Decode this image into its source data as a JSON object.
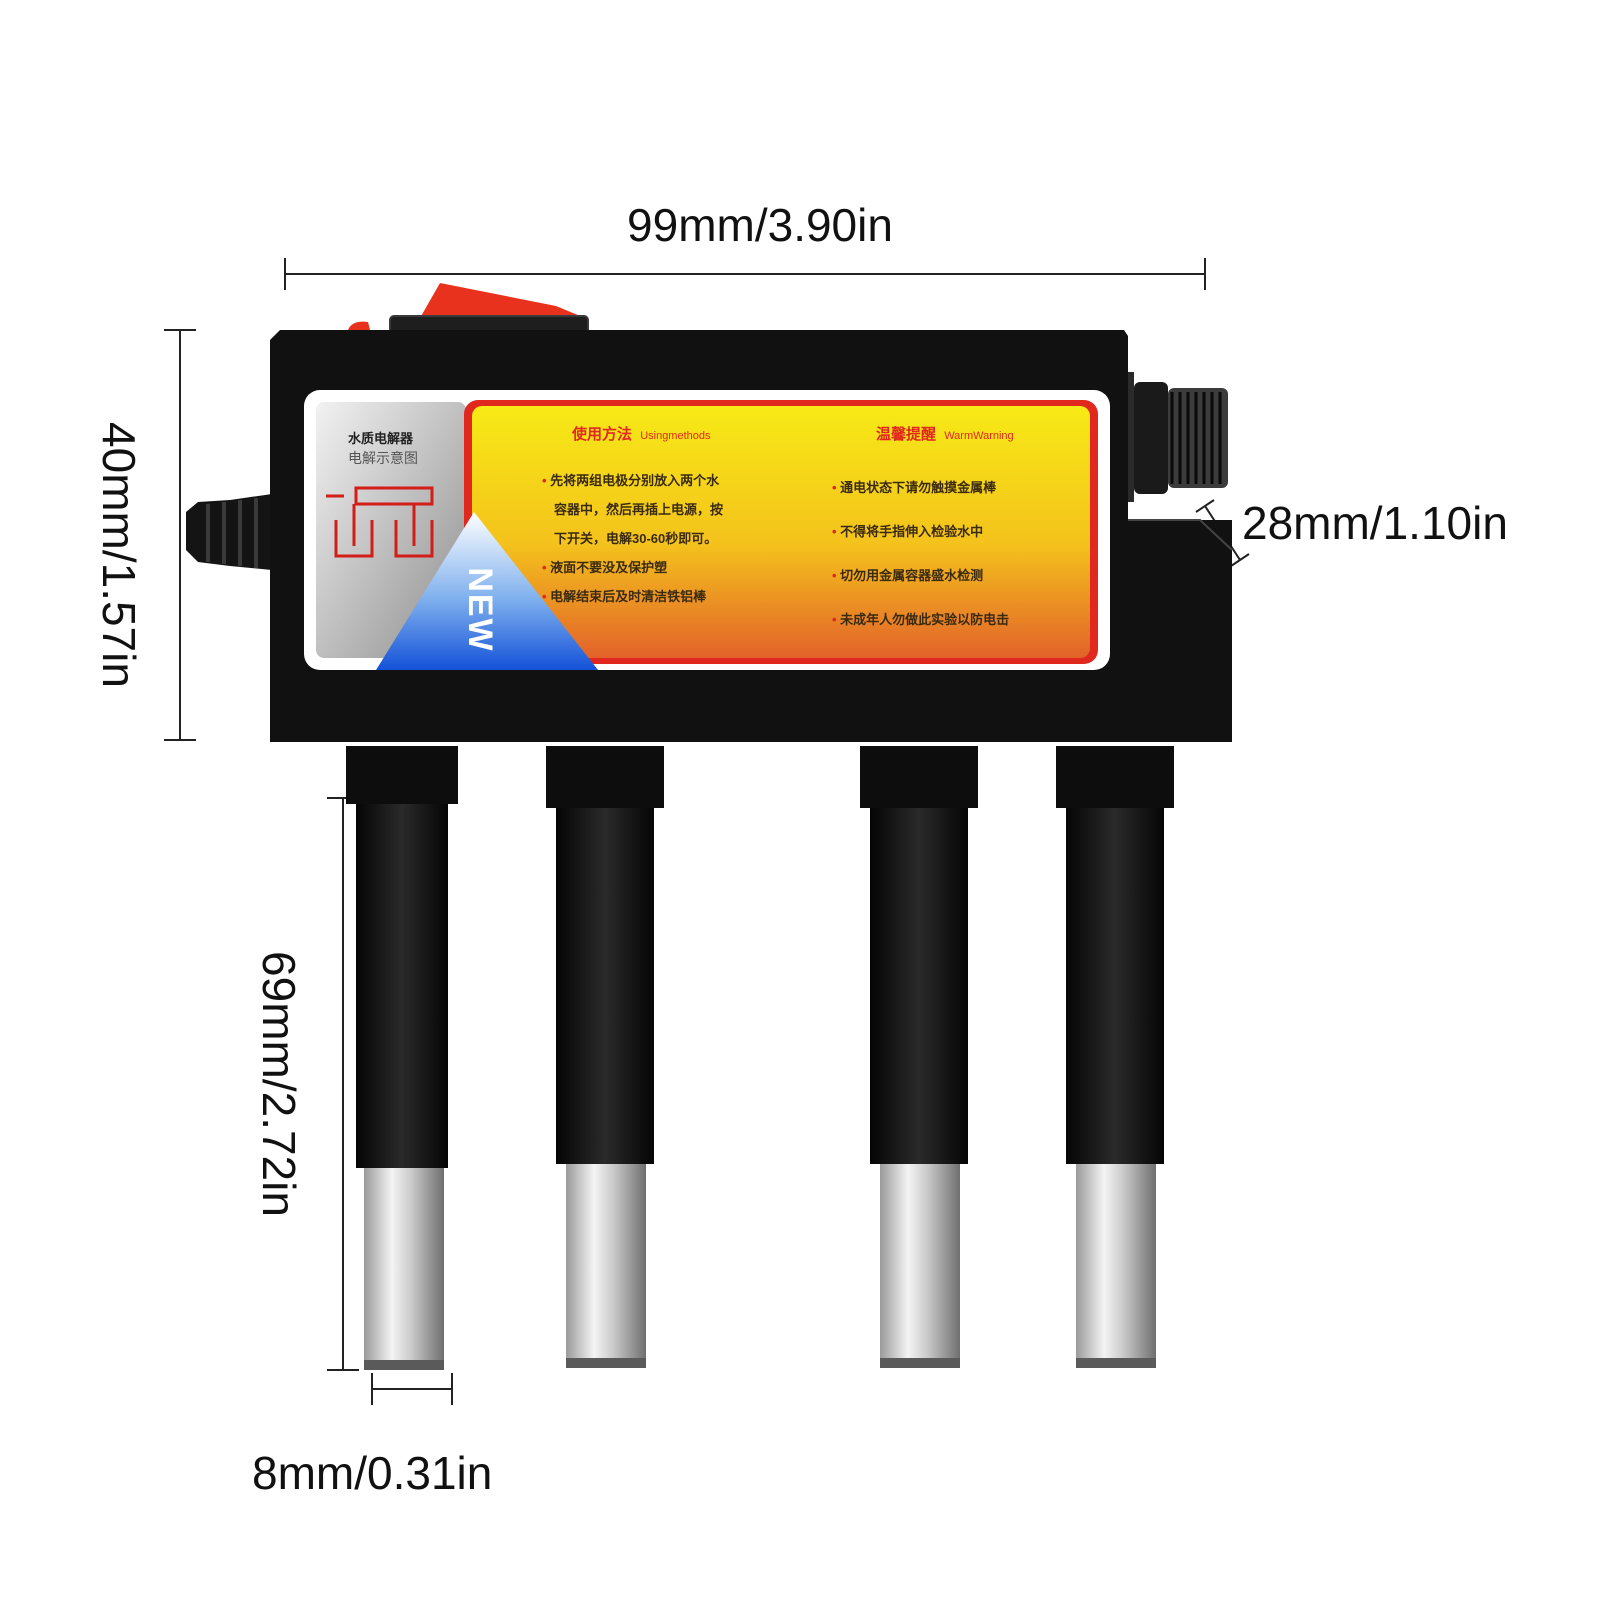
{
  "dimensions": {
    "width": "99mm/3.90in",
    "height": "40mm/1.57in",
    "depth": "28mm/1.10in",
    "electrode_length": "69mm/2.72in",
    "electrode_diameter": "8mm/0.31in"
  },
  "label": {
    "left_title_1": "水质电解器",
    "left_title_2": "电解示意图",
    "badge": "NEW",
    "methods_title_cn": "使用方法",
    "methods_title_en": "Usingmethods",
    "warning_title_cn": "温馨提醒",
    "warning_title_en": "WarmWarning",
    "methods": [
      "先将两组电极分别放入两个水",
      "容器中，然后再插上电源，按",
      "下开关，电解30-60秒即可。",
      "液面不要没及保护塑",
      "电解结束后及时清洁铁铝棒"
    ],
    "warnings": [
      "通电状态下请勿触摸金属棒",
      "不得将手指伸入检验水中",
      "切勿用金属容器盛水检测",
      "未成年人勿做此实验以防电击"
    ]
  },
  "colors": {
    "body": "#111111",
    "switch": "#e8321e",
    "label_yellow": "#f7e81a",
    "label_orange": "#e8702a",
    "label_red": "#e0281e",
    "badge_blue": "#1e6fe0"
  }
}
